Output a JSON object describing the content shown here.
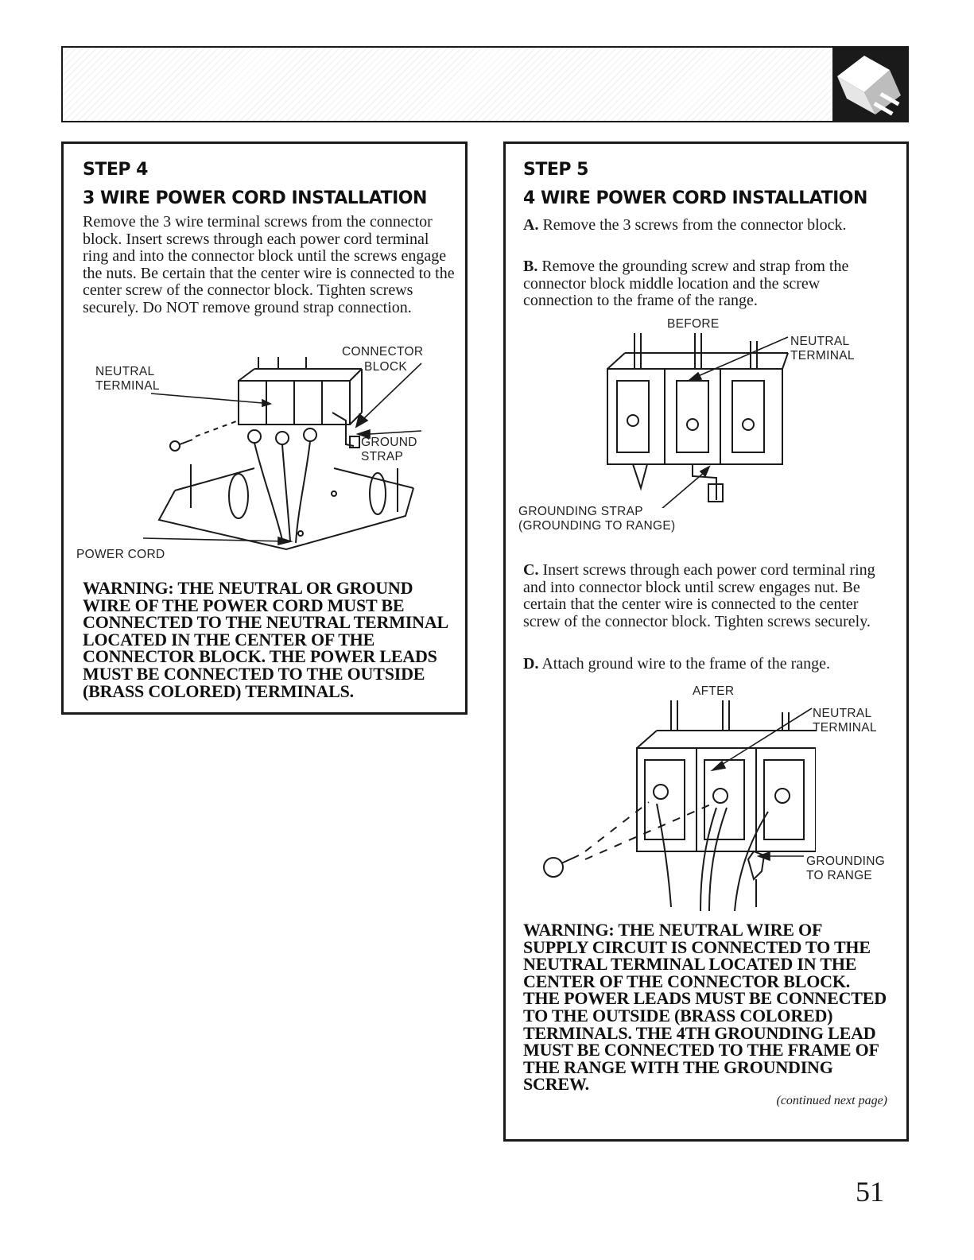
{
  "step4": {
    "step_label": "STEP 4",
    "title": "3 WIRE POWER CORD INSTALLATION",
    "body": "Remove the 3 wire terminal screws from the connector block. Insert screws through each power cord terminal ring and into the connector block until the screws engage the nuts. Be certain that the center wire is connected to the center screw of the connector block. Tighten screws securely. Do NOT remove ground strap connection.",
    "labels": {
      "connector_block_1": "CONNECTOR",
      "connector_block_2": "BLOCK",
      "neutral_terminal_1": "NEUTRAL",
      "neutral_terminal_2": "TERMINAL",
      "ground_strap_1": "GROUND",
      "ground_strap_2": "STRAP",
      "power_cord": "POWER CORD"
    },
    "warning": "WARNING: THE NEUTRAL OR GROUND WIRE OF THE POWER CORD MUST BE CONNECTED TO THE NEUTRAL TERMINAL LOCATED IN THE CENTER OF THE CONNECTOR BLOCK. THE POWER LEADS MUST BE CONNECTED TO THE OUTSIDE (BRASS COLORED) TERMINALS."
  },
  "step5": {
    "step_label": "STEP 5",
    "title": "4 WIRE POWER CORD INSTALLATION",
    "a_marker": "A.",
    "a_text": "Remove the 3 screws from the connector block.",
    "b_marker": "B.",
    "b_text": "Remove the grounding screw and strap from the connector block middle location and the screw connection to the frame of the range.",
    "before_labels": {
      "before": "BEFORE",
      "neutral_terminal_1": "NEUTRAL",
      "neutral_terminal_2": "TERMINAL",
      "grounding_strap_1": "GROUNDING STRAP",
      "grounding_strap_2": "(GROUNDING TO RANGE)"
    },
    "c_marker": "C.",
    "c_text": "Insert screws through each power cord terminal ring and into connector block until screw engages nut. Be certain that the center wire is connected to the center screw of the connector block. Tighten screws securely.",
    "d_marker": "D.",
    "d_text": "Attach ground wire to the frame of the range.",
    "after_labels": {
      "after": "AFTER",
      "neutral_terminal_1": "NEUTRAL",
      "neutral_terminal_2": "TERMINAL",
      "grounding_1": "GROUNDING",
      "grounding_2": "TO RANGE"
    },
    "warning": "WARNING: THE NEUTRAL WIRE OF SUPPLY CIRCUIT IS CONNECTED TO THE NEUTRAL TERMINAL LOCATED IN THE CENTER OF THE CONNECTOR BLOCK. THE POWER LEADS MUST BE CONNECTED TO THE OUTSIDE (BRASS COLORED) TERMINALS. THE 4TH GROUNDING LEAD MUST BE CONNECTED TO THE FRAME OF THE RANGE WITH THE GROUNDING SCREW.",
    "continued": "(continued next page)"
  },
  "page_number": "51"
}
